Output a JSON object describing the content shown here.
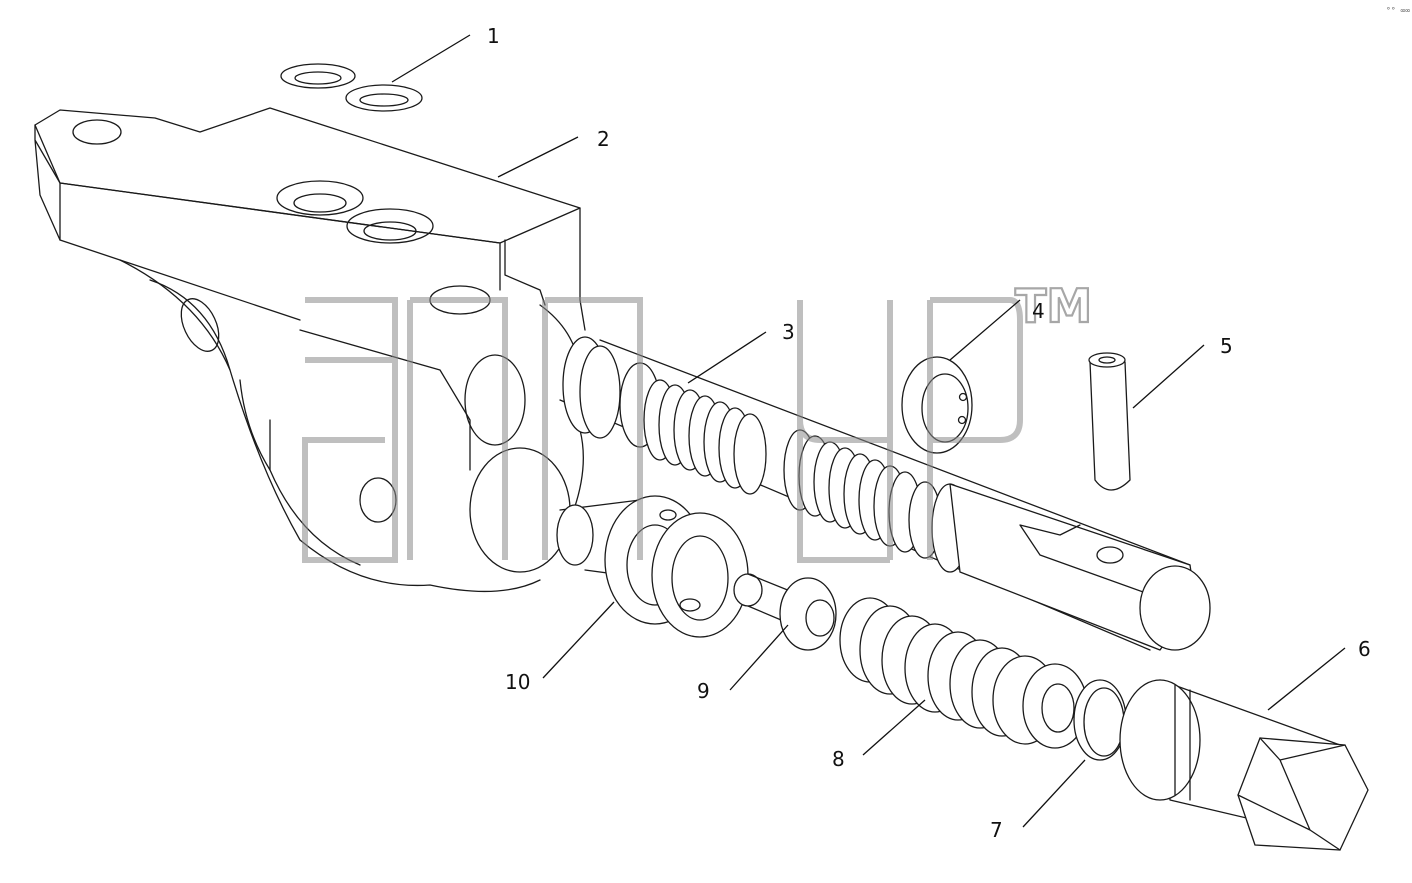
{
  "callouts": [
    {
      "label": "1"
    },
    {
      "label": "2"
    },
    {
      "label": "3"
    },
    {
      "label": "4"
    },
    {
      "label": "5"
    },
    {
      "label": "6"
    },
    {
      "label": "7"
    },
    {
      "label": "8"
    },
    {
      "label": "9"
    },
    {
      "label": "10"
    }
  ],
  "watermark": {
    "trademark": "TM"
  },
  "corner_mark": "°° ∞∞"
}
